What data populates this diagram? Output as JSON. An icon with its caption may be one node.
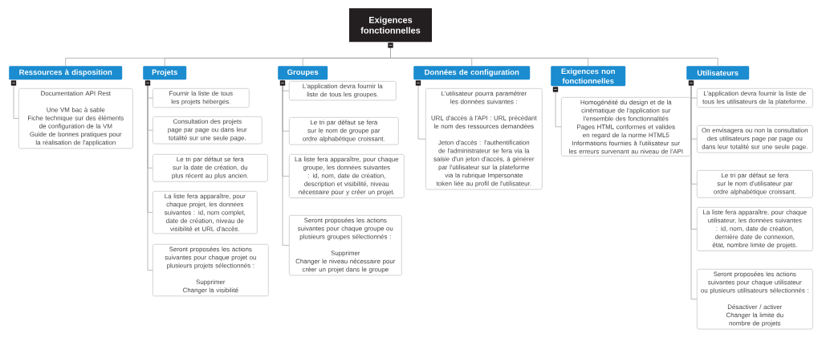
{
  "diagram": {
    "nodes": [
      {
        "text": [
          "Exigences fonctionnelles"
        ]
      },
      {
        "text": [
          "Ressources à disposition"
        ]
      },
      {
        "text": [
          "Projets"
        ]
      },
      {
        "text": [
          "Groupes"
        ]
      },
      {
        "text": [
          "Données de configuration"
        ]
      },
      {
        "text": [
          "Exigences non fonctionnelles"
        ]
      },
      {
        "text": [
          "Utilisateurs"
        ]
      },
      {
        "text": [
          "Documentation API Rest",
          "Une VM bac à sable",
          "Fiche technique sur des éléments de configuration de la VM",
          "Guide de bonnes pratiques pour la réalisation de l'application"
        ]
      },
      {
        "text": [
          "Fournir la liste de tous les projets hébergés."
        ]
      },
      {
        "text": [
          "Consultation des projets page par page ou dans leur totalité sur une seule page."
        ]
      },
      {
        "text": [
          "Le tri par défaut se fera sur la date de création, du plus récent au plus ancien."
        ]
      },
      {
        "text": [
          "La liste fera apparaître, pour chaque projet, les données suivantes : id, nom complet, date de création, niveau de visibilité et URL d'accès."
        ]
      },
      {
        "text": [
          "Seront proposées les actions suivantes pour chaque projet ou plusieurs projets sélectionnés :",
          "Supprimer",
          "Changer la visibilité"
        ]
      },
      {
        "text": [
          "L'application devra fournir la liste de tous les groupes."
        ]
      },
      {
        "text": [
          "Le tri par défaut se fera sur le nom de groupe par ordre alphabétique croissant."
        ]
      },
      {
        "text": [
          "La liste fera apparaître, pour chaque groupe, les données suivantes : id, nom, date de création, description et visibilité, niveau nécessaire pour y créer un projet."
        ]
      },
      {
        "text": [
          "Seront proposées les actions suivantes pour chaque groupe ou plusieurs groupes sélectionnés :",
          "Supprimer",
          "Changer le niveau nécessaire pour créer un projet dans le groupe"
        ]
      },
      {
        "text": [
          "L'utilisateur pourra paramétrer les données suivantes :",
          "URL d'accès à l'API : URL précédant le nom des ressources demandées",
          "Jeton d'accès : l'authentification de l'administrateur se fera via la saisie d'un jeton d'accès, à générer par l'utilisateur sur la plateforme via la rubrique Impersonate token liée au profil de l'utilisateur."
        ]
      },
      {
        "text": [
          "Homogénéité du design et de la cinématique de l'application sur l'ensemble des fonctionnalités",
          "Pages HTML conformes et valides en regard de la norme HTML5",
          "Informations fournies à l'utilisateur sur les erreurs survenant au niveau de l'API"
        ]
      },
      {
        "text": [
          "L'application devra fournir la liste de tous les utilisateurs de la plateforme."
        ]
      },
      {
        "text": [
          "On envisagera ou non la consultation des utilisateurs page par page ou dans leur totalité sur une seule page."
        ]
      },
      {
        "text": [
          "Le tri par défaut se fera sur le nom d'utilisateur par ordre alphabétique croissant."
        ]
      },
      {
        "text": [
          "La liste fera apparaître, pour chaque utilisateur, les données suivantes : id, nom, date de création, dernière date de connexion, état, nombre limite de projets."
        ]
      },
      {
        "text": [
          "Seront proposées les actions suivantes pour chaque utilisateur ou plusieurs utilisateurs sélectionnés :",
          "Désactiver / activer",
          "Changer la limite du nombre de projets"
        ]
      }
    ],
    "edges": [
      {
        "from": 0,
        "to": 1,
        "arrow": "none"
      },
      {
        "from": 0,
        "to": 2,
        "arrow": "none"
      },
      {
        "from": 0,
        "to": 3,
        "arrow": "none"
      },
      {
        "from": 0,
        "to": 4,
        "arrow": "none"
      },
      {
        "from": 0,
        "to": 5,
        "arrow": "none"
      },
      {
        "from": 0,
        "to": 6,
        "arrow": "none"
      },
      {
        "from": 1,
        "to": 7,
        "arrow": "none"
      },
      {
        "from": 2,
        "to": 8,
        "arrow": "none"
      },
      {
        "from": 2,
        "to": 9,
        "arrow": "none"
      },
      {
        "from": 2,
        "to": 10,
        "arrow": "none"
      },
      {
        "from": 2,
        "to": 11,
        "arrow": "none"
      },
      {
        "from": 2,
        "to": 12,
        "arrow": "none"
      },
      {
        "from": 3,
        "to": 13,
        "arrow": "none"
      },
      {
        "from": 3,
        "to": 14,
        "arrow": "none"
      },
      {
        "from": 3,
        "to": 15,
        "arrow": "none"
      },
      {
        "from": 3,
        "to": 16,
        "arrow": "none"
      },
      {
        "from": 4,
        "to": 17,
        "arrow": "none"
      },
      {
        "from": 5,
        "to": 18,
        "arrow": "none"
      },
      {
        "from": 6,
        "to": 19,
        "arrow": "none"
      },
      {
        "from": 6,
        "to": 20,
        "arrow": "none"
      },
      {
        "from": 6,
        "to": 21,
        "arrow": "none"
      },
      {
        "from": 6,
        "to": 22,
        "arrow": "none"
      },
      {
        "from": 6,
        "to": 23,
        "arrow": "none"
      }
    ]
  }
}
